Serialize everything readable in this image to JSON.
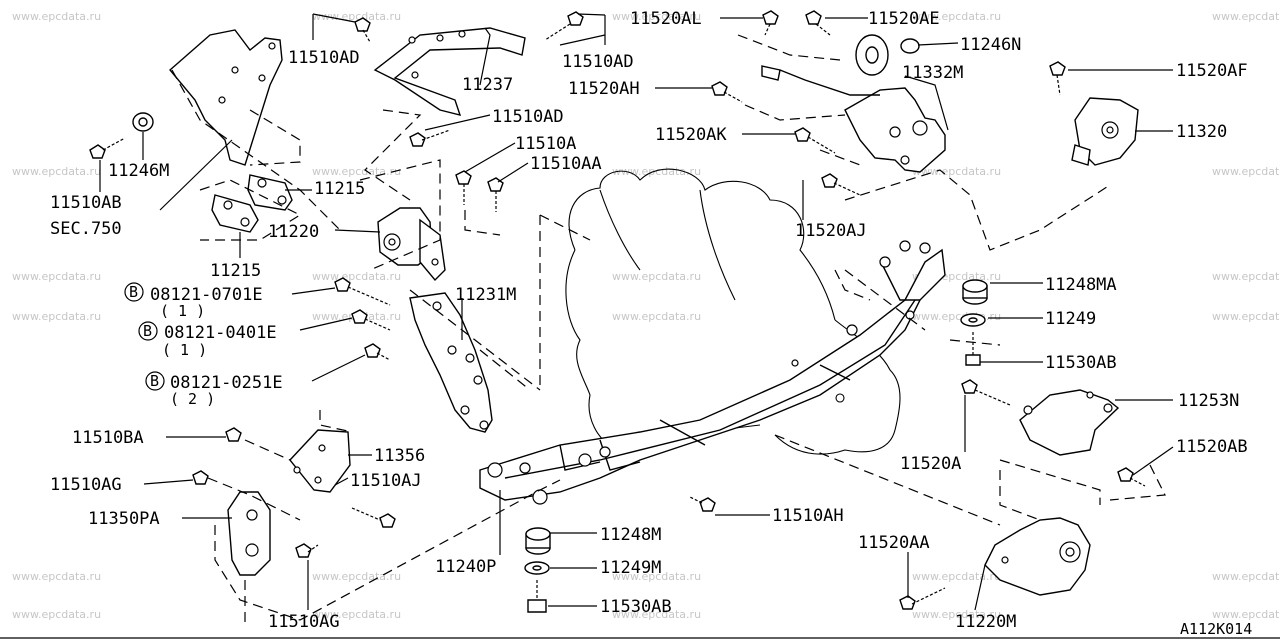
{
  "watermark": "www.epcdata.ru",
  "diagram_code": "A112K014",
  "labels": {
    "l_11510AD_a": "11510AD",
    "l_11237": "11237",
    "l_11510AD_b": "11510AD",
    "l_11510AD_c": "11510AD",
    "l_11510A": "11510A",
    "l_11510AA": "11510AA",
    "l_11520AL": "11520AL",
    "l_11520AE": "11520AE",
    "l_11246N": "11246N",
    "l_11332M": "11332M",
    "l_11520AH": "11520AH",
    "l_11520AK": "11520AK",
    "l_11520AJ": "11520AJ",
    "l_11520AF": "11520AF",
    "l_11320": "11320",
    "l_11246M": "11246M",
    "l_11510AB": "11510AB",
    "l_SEC750": "SEC.750",
    "l_11215_a": "11215",
    "l_11215_b": "11215",
    "l_11220": "11220",
    "l_11231M": "11231M",
    "l_b1": "08121-0701E",
    "l_b1q": "( 1 )",
    "l_b2": "08121-0401E",
    "l_b2q": "( 1 )",
    "l_b3": "08121-0251E",
    "l_b3q": "( 2 )",
    "l_11248MA": "11248MA",
    "l_11249": "11249",
    "l_11530AB_a": "11530AB",
    "l_11253N": "11253N",
    "l_11520A": "11520A",
    "l_11520AB": "11520AB",
    "l_11510BA": "11510BA",
    "l_11356": "11356",
    "l_11510AJ": "11510AJ",
    "l_11510AG_a": "11510AG",
    "l_11350PA": "11350PA",
    "l_11510AH": "11510AH",
    "l_11248M": "11248M",
    "l_11249M": "11249M",
    "l_11530AB_b": "11530AB",
    "l_11240P": "11240P",
    "l_11510AG_b": "11510AG",
    "l_11520AA": "11520AA",
    "l_11220M": "11220M",
    "bolt_marker": "B"
  }
}
